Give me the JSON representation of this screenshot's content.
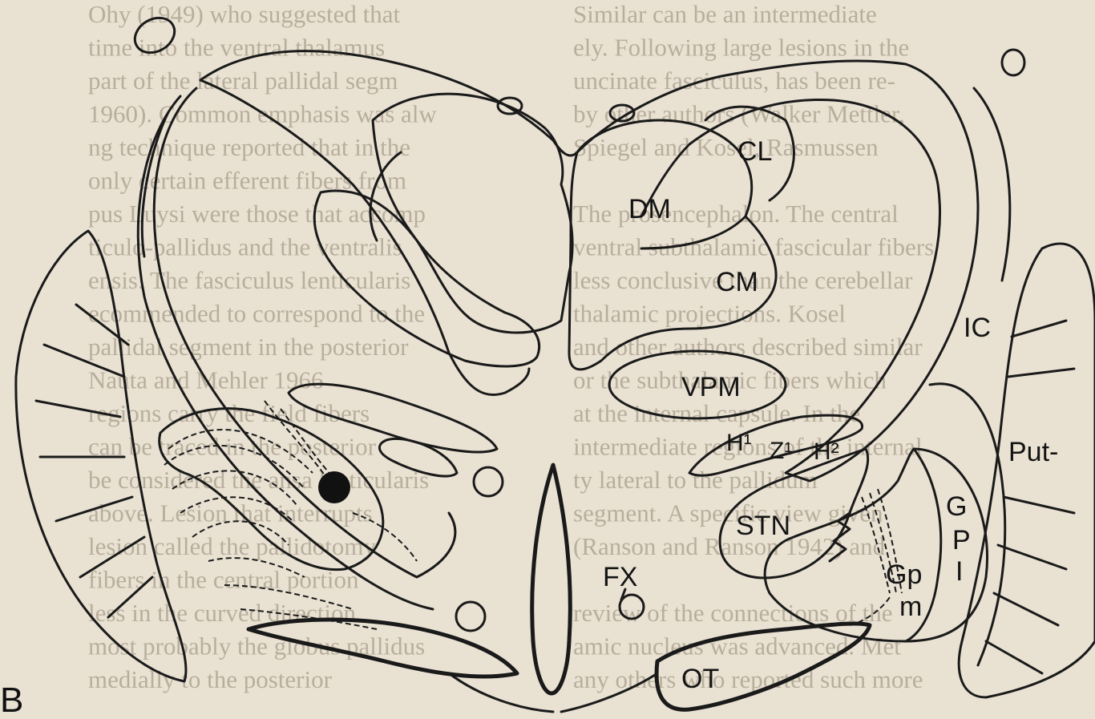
{
  "figure": {
    "panel_letter": "B",
    "labels": {
      "dm": "DM",
      "cl": "CL",
      "cm": "CM",
      "vpm": "VPM",
      "ic": "IC",
      "put": "Put-",
      "h1": "H¹",
      "z1": "Z¹",
      "h2": "H²",
      "stn": "STN",
      "gpi": [
        "G",
        "P",
        "I"
      ],
      "gpm": [
        "Gp",
        "m"
      ],
      "fx": "FX",
      "ot": "OT"
    },
    "lesion": "filled dark circle in lateral thalamus region"
  },
  "background_text": {
    "left": [
      "Ohy (1949) who suggested that",
      "time into the ventral thalamus",
      "part of the lateral pallidal segm",
      "1960). Common emphasis was alw",
      "ng technique reported that in the",
      "only certain efferent fibers from",
      "pus Luysi were those that accomp",
      "ticulo-pallidus and the ventralis",
      "ensis. The fasciculus lenticularis",
      "ecommended to correspond to the",
      "pallidal segment in the posterior",
      "Nauta and Mehler 1966",
      "regions carry the field fibers",
      "can be traced in the posterior",
      "be considered the ansa lenticularis",
      "above. Lesion that interrupts",
      "lesion called the pallidotomy",
      "fibers in the central portion",
      "less in the curved direction",
      "most probably the globus pallidus",
      "medially to the posterior"
    ],
    "right": [
      "Similar can be an intermediate",
      "ely. Following large lesions in the",
      "uncinate fasciculus, has been re-",
      "by other authors (Walker Mettler,",
      "Spiegel and Kosel, Rasmussen",
      "",
      "The prosencephalon. The central",
      "ventral subthalamic fascicular fibers",
      "less conclusive than the cerebellar",
      "thalamic projections. Kosel",
      "and other authors described similar",
      "or the subthalamic fibers which",
      "at the internal capsule. In the",
      "intermediate regions of the internal",
      "ty lateral to the pallidum",
      "segment. A specific view given",
      "(Ranson and Ranson 1942) and",
      "",
      "review of the connections of the",
      "amic nucleus was advanced. Met",
      "any others who reported such more"
    ]
  }
}
